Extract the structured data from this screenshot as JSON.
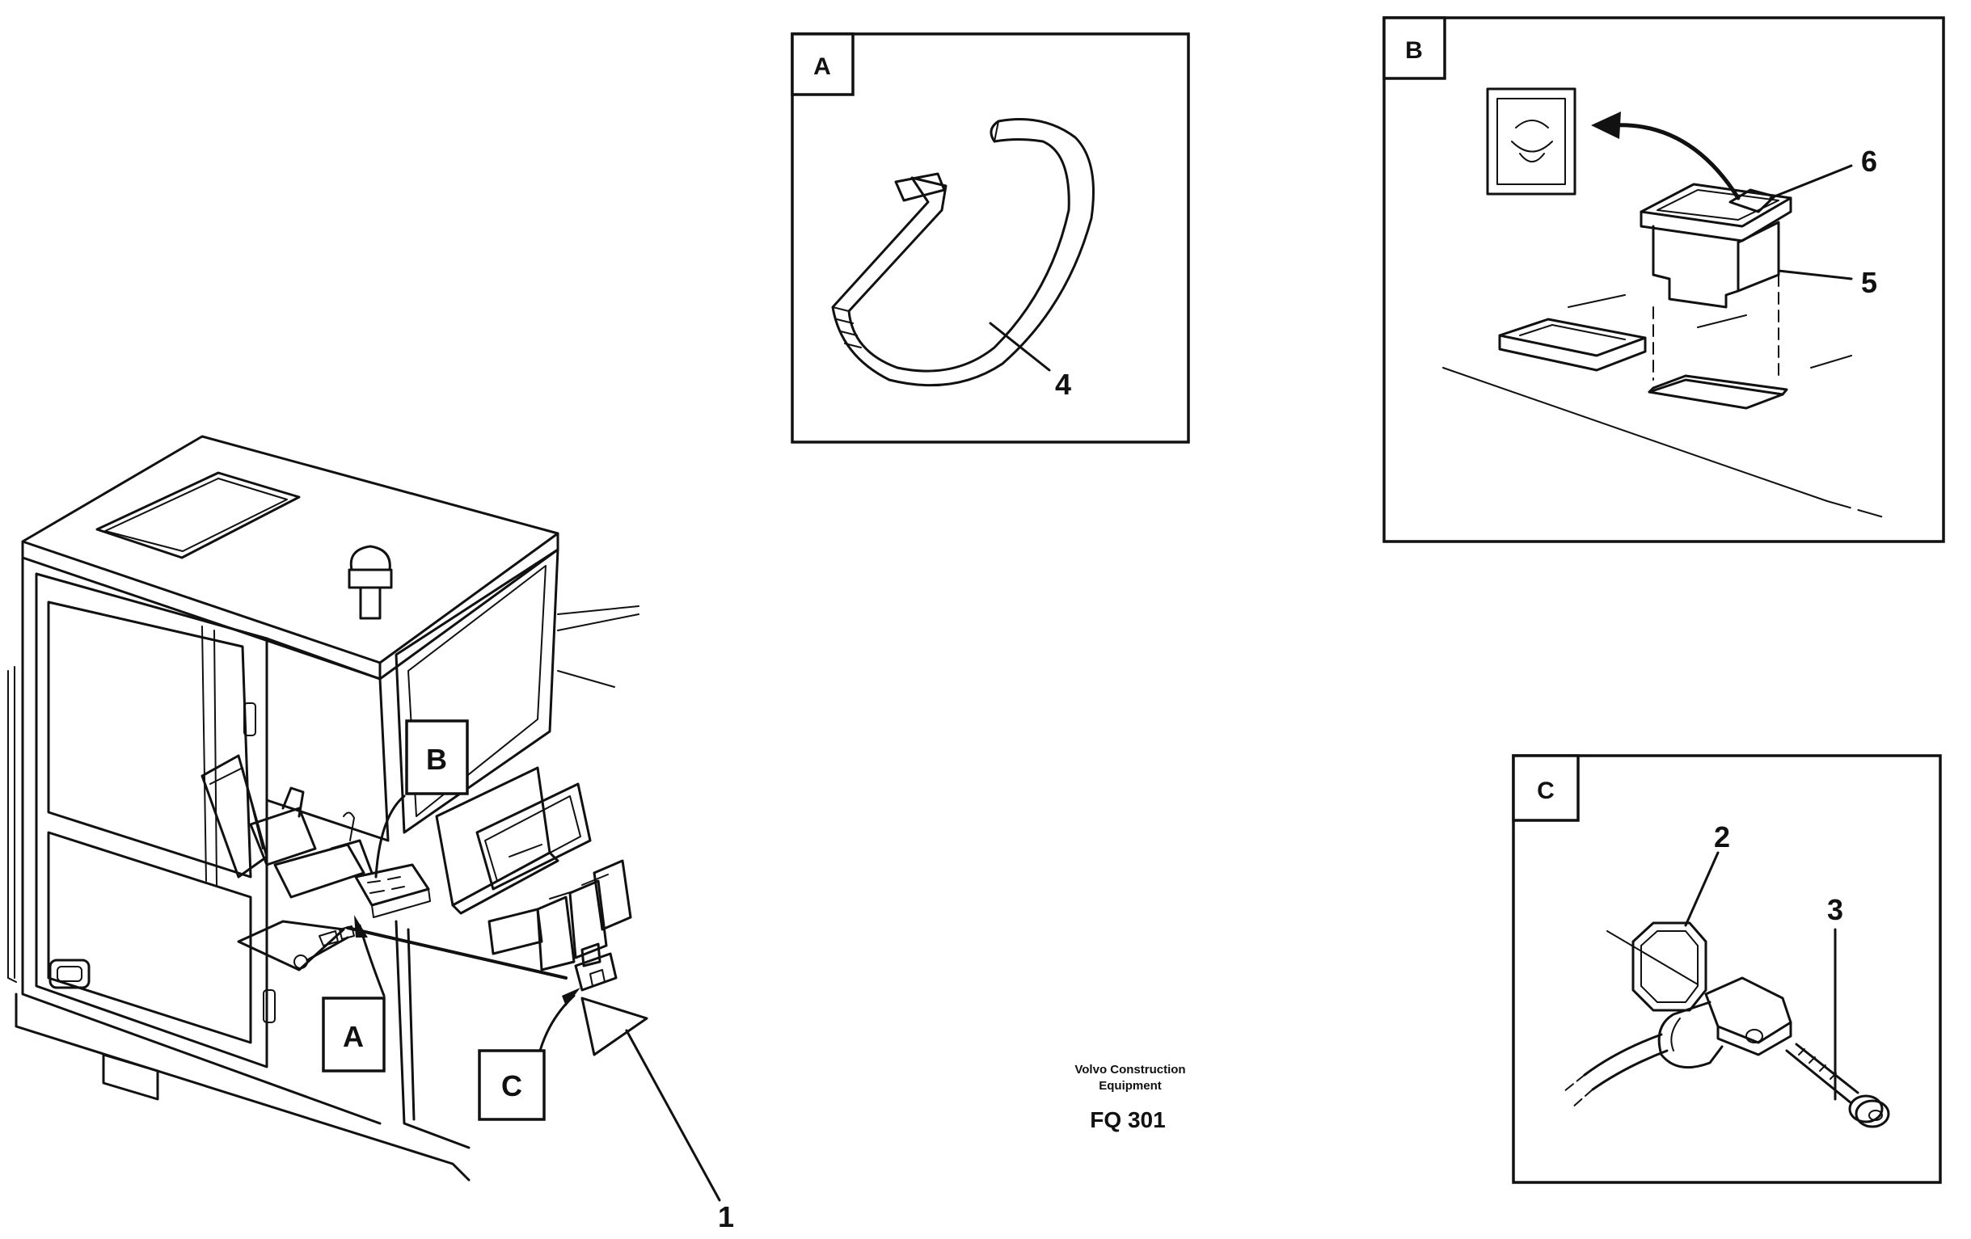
{
  "callouts": {
    "a": "A",
    "b": "B",
    "c": "C"
  },
  "panels": {
    "a": {
      "label": "A",
      "part": "4"
    },
    "b": {
      "label": "B",
      "parts": [
        "6",
        "5"
      ]
    },
    "c": {
      "label": "C",
      "parts": [
        "2",
        "3"
      ]
    }
  },
  "main_part": "1",
  "caption": {
    "company_line1": "Volvo Construction",
    "company_line2": "Equipment",
    "code": "FQ 301"
  }
}
